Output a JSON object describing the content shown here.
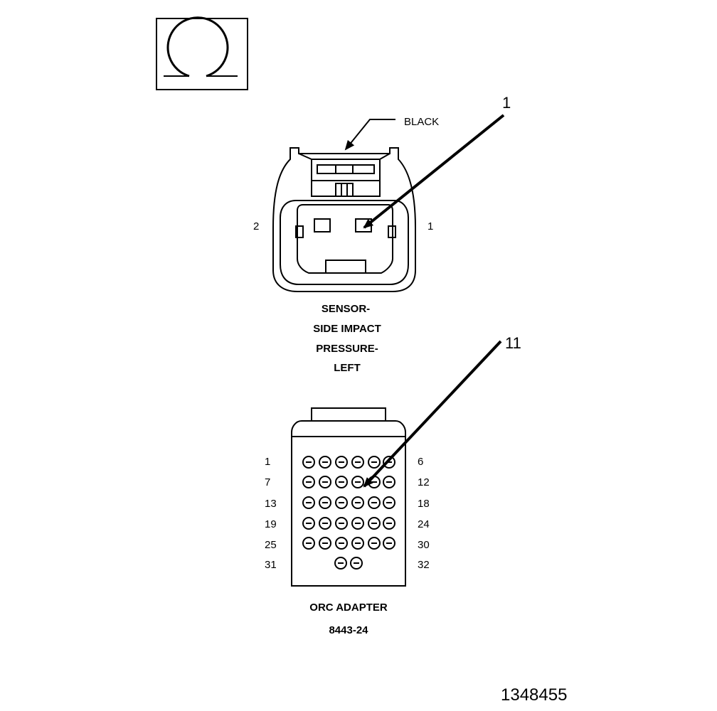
{
  "figure": {
    "document_number": "1348455",
    "colors": {
      "line": "#000000",
      "background": "#ffffff"
    }
  },
  "symbol": {
    "icon": "ohm-icon"
  },
  "connector_top": {
    "callout_number": "1",
    "color_label": "BLACK",
    "pin_label_left": "2",
    "pin_label_right": "1",
    "title_lines": [
      "SENSOR-",
      "SIDE IMPACT",
      "PRESSURE-",
      "LEFT"
    ]
  },
  "connector_bottom": {
    "callout_number": "11",
    "row_labels_left": [
      "1",
      "7",
      "13",
      "19",
      "25",
      "31"
    ],
    "row_labels_right": [
      "6",
      "12",
      "18",
      "24",
      "30",
      "32"
    ],
    "title_lines": [
      "ORC ADAPTER",
      "8443-24"
    ]
  }
}
